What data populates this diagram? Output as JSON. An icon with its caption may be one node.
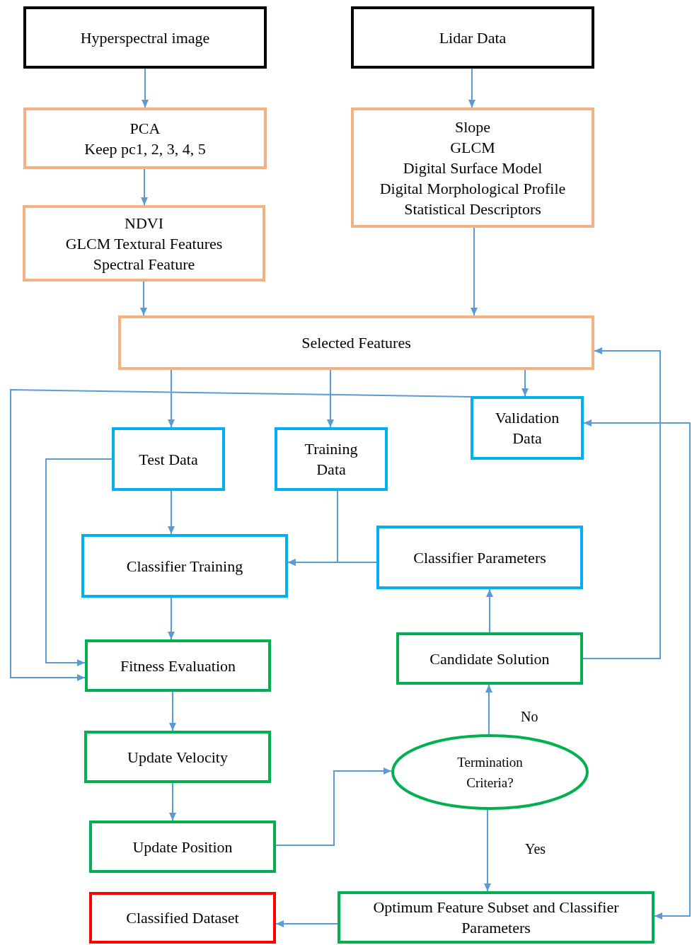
{
  "diagram": {
    "nodes": [
      {
        "text": [
          "Hyperspectral image"
        ]
      },
      {
        "text": [
          "Lidar Data"
        ]
      },
      {
        "text": [
          "PCA",
          "Keep pc1, 2, 3, 4, 5"
        ]
      },
      {
        "text": [
          "Slope",
          "GLCM",
          "Digital Surface Model",
          "Digital Morphological Profile",
          "Statistical Descriptors"
        ]
      },
      {
        "text": [
          "NDVI",
          "GLCM Textural Features",
          "Spectral Feature"
        ]
      },
      {
        "text": [
          "Selected Features"
        ]
      },
      {
        "text": [
          "Validation Data"
        ]
      },
      {
        "text": [
          "Test Data"
        ]
      },
      {
        "text": [
          "Training Data"
        ]
      },
      {
        "text": [
          "Classifier Training"
        ]
      },
      {
        "text": [
          "Classifier Parameters"
        ]
      },
      {
        "text": [
          "Fitness Evaluation"
        ]
      },
      {
        "text": [
          "Candidate Solution"
        ]
      },
      {
        "text": [
          "Update Velocity"
        ]
      },
      {
        "text": [
          "Termination Criteria?"
        ]
      },
      {
        "text": [
          "Update Position"
        ]
      },
      {
        "text": [
          "Classified Dataset"
        ]
      },
      {
        "text": [
          "Optimum Feature Subset and Classifier Parameters"
        ]
      }
    ],
    "edges": [
      {
        "from": 0,
        "to": 2,
        "arrow": "to"
      },
      {
        "from": 2,
        "to": 4,
        "arrow": "to"
      },
      {
        "from": 1,
        "to": 3,
        "arrow": "to"
      },
      {
        "from": 4,
        "to": 5,
        "arrow": "to"
      },
      {
        "from": 3,
        "to": 5,
        "arrow": "to"
      },
      {
        "from": 5,
        "to": 6,
        "arrow": "to"
      },
      {
        "from": 5,
        "to": 7,
        "arrow": "to"
      },
      {
        "from": 5,
        "to": 8,
        "arrow": "to"
      },
      {
        "from": 6,
        "to": 11,
        "arrow": "to"
      },
      {
        "from": 7,
        "to": 11,
        "arrow": "to"
      },
      {
        "from": 7,
        "to": 9,
        "arrow": "to"
      },
      {
        "from": 8,
        "to": 9,
        "arrow": "to"
      },
      {
        "from": 10,
        "to": 9,
        "arrow": "to"
      },
      {
        "from": 9,
        "to": 11,
        "arrow": "to"
      },
      {
        "from": 12,
        "to": 10,
        "arrow": "to"
      },
      {
        "from": 12,
        "to": 5,
        "arrow": "to"
      },
      {
        "from": 11,
        "to": 13,
        "arrow": "to"
      },
      {
        "from": 13,
        "to": 15,
        "arrow": "to"
      },
      {
        "from": 15,
        "to": 14,
        "arrow": "to"
      },
      {
        "from": 14,
        "to": 12,
        "arrow": "to",
        "label": "No"
      },
      {
        "from": 14,
        "to": 17,
        "arrow": "to",
        "label": "Yes"
      },
      {
        "from": 17,
        "to": 16,
        "arrow": "to"
      },
      {
        "from": 17,
        "to": 6,
        "arrow": "both"
      }
    ]
  }
}
